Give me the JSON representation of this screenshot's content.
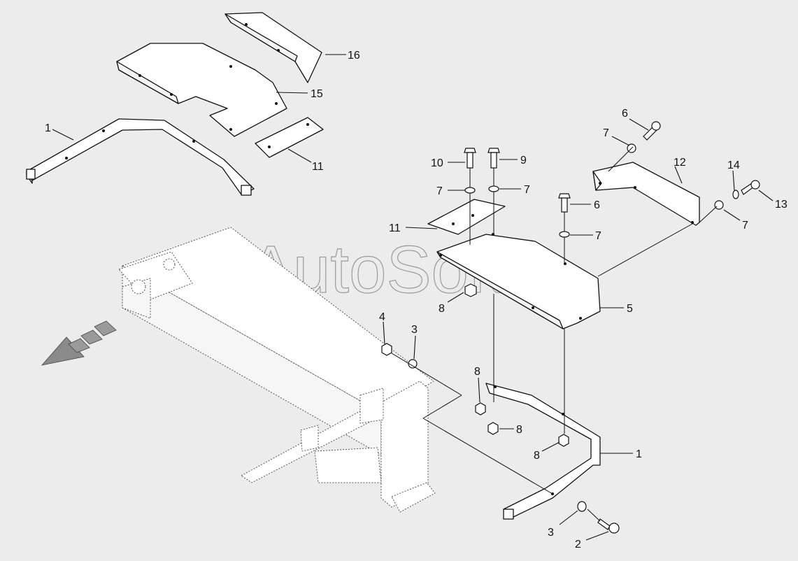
{
  "watermark": "AutoSoft",
  "callouts": [
    {
      "id": "c1a",
      "text": "1"
    },
    {
      "id": "c16",
      "text": "16"
    },
    {
      "id": "c15",
      "text": "15"
    },
    {
      "id": "c11a",
      "text": "11"
    },
    {
      "id": "c6a",
      "text": "6"
    },
    {
      "id": "c7a",
      "text": "7"
    },
    {
      "id": "c12",
      "text": "12"
    },
    {
      "id": "c14",
      "text": "14"
    },
    {
      "id": "c13",
      "text": "13"
    },
    {
      "id": "c7b",
      "text": "7"
    },
    {
      "id": "c10",
      "text": "10"
    },
    {
      "id": "c9",
      "text": "9"
    },
    {
      "id": "c7c",
      "text": "7"
    },
    {
      "id": "c7d",
      "text": "7"
    },
    {
      "id": "c6b",
      "text": "6"
    },
    {
      "id": "c7e",
      "text": "7"
    },
    {
      "id": "c11b",
      "text": "11"
    },
    {
      "id": "c8a",
      "text": "8"
    },
    {
      "id": "c5",
      "text": "5"
    },
    {
      "id": "c4",
      "text": "4"
    },
    {
      "id": "c3a",
      "text": "3"
    },
    {
      "id": "c8b",
      "text": "8"
    },
    {
      "id": "c8c",
      "text": "8"
    },
    {
      "id": "c8d",
      "text": "8"
    },
    {
      "id": "c1b",
      "text": "1"
    },
    {
      "id": "c3b",
      "text": "3"
    },
    {
      "id": "c2",
      "text": "2"
    }
  ]
}
